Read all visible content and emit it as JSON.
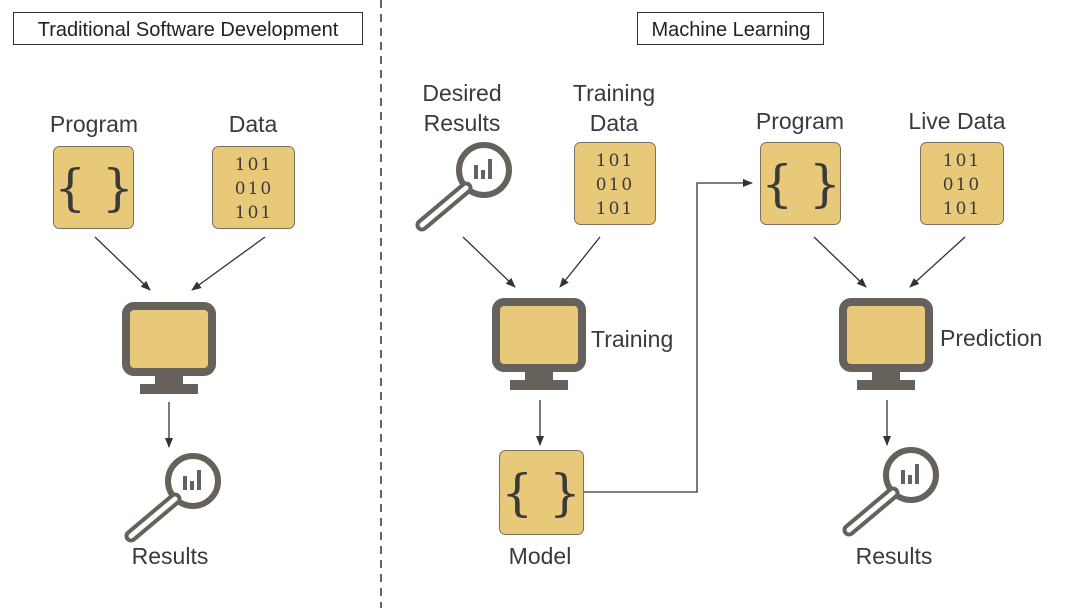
{
  "colors": {
    "box_fill": "#e8c97a",
    "box_stroke": "#7a7060",
    "icon_dark": "#66615b",
    "text": "#3a3a3a",
    "arrow": "#333333"
  },
  "left": {
    "title": "Traditional Software Development",
    "program_label": "Program",
    "data_label": "Data",
    "results_label": "Results",
    "icons": {
      "program": "code-braces-icon",
      "data": "binary-data-icon",
      "computer": "monitor-icon",
      "results": "magnifier-chart-icon"
    }
  },
  "right": {
    "title": "Machine Learning",
    "desired_results_line1": "Desired",
    "desired_results_line2": "Results",
    "training_data_line1": "Training",
    "training_data_line2": "Data",
    "training_label": "Training",
    "model_label": "Model",
    "program_label": "Program",
    "live_data_label": "Live Data",
    "prediction_label": "Prediction",
    "results_label": "Results"
  },
  "binary": {
    "row1": "101",
    "row2": "010",
    "row3": "101"
  },
  "brace_text": "{ }"
}
